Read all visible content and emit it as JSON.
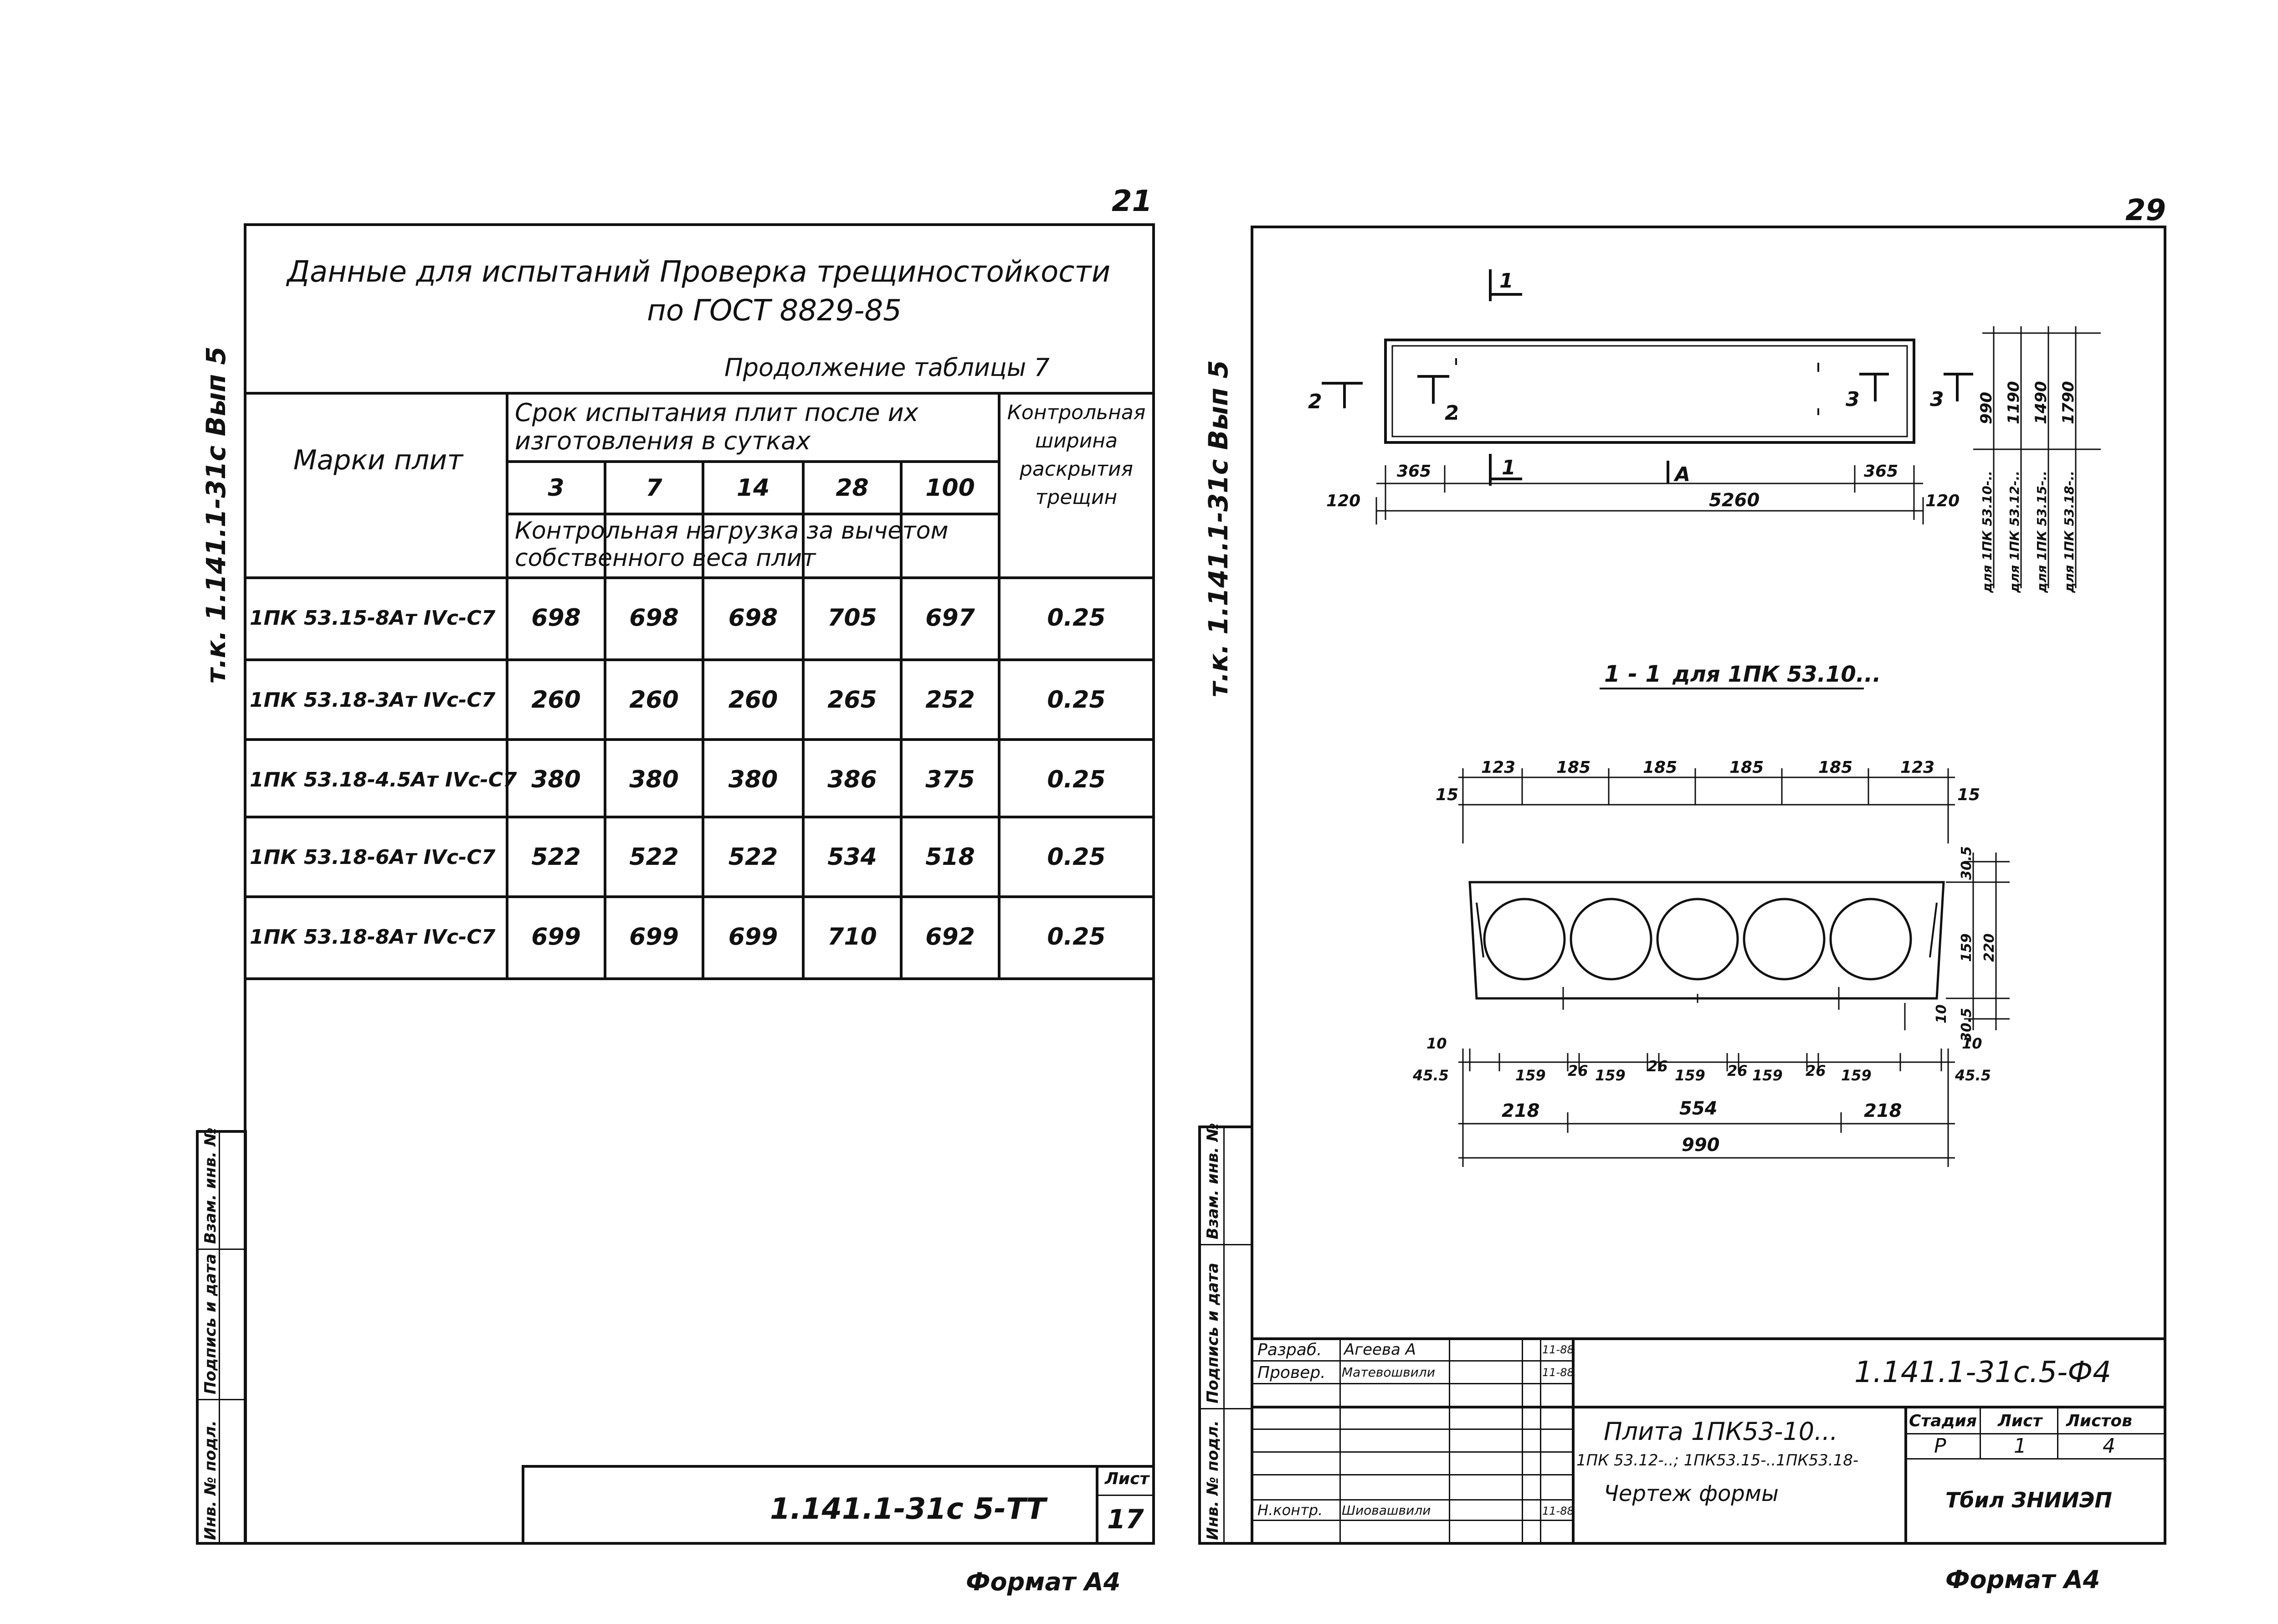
{
  "left_sheet": {
    "page_number": "21",
    "title_line1": "Данные для испытаний Проверка трещиностойкости",
    "title_line2": "по ГОСТ 8829-85",
    "continuation": "Продолжение таблицы 7",
    "side_label": "т.к. 1.141.1-31с Вып 5",
    "table": {
      "col_marks_header": "Марки плит",
      "col_term_header": "Срок испытания плит после их изготовления в сутках",
      "col_load_header": "Контрольная нагрузка за вычетом собственного веса плит",
      "col_crack_header": "Контрольная ширина раскрытия трещин",
      "days": [
        "3",
        "7",
        "14",
        "28",
        "100"
      ],
      "rows": [
        {
          "mark": "1ПК 53.15-8Ат IVс-С7",
          "v": [
            "698",
            "698",
            "698",
            "705",
            "697"
          ],
          "crack": "0.25"
        },
        {
          "mark": "1ПК 53.18-3Ат IVс-С7",
          "v": [
            "260",
            "260",
            "260",
            "265",
            "252"
          ],
          "crack": "0.25"
        },
        {
          "mark": "1ПК 53.18-4.5Ат IVс-С7",
          "v": [
            "380",
            "380",
            "380",
            "386",
            "375"
          ],
          "crack": "0.25"
        },
        {
          "mark": "1ПК 53.18-6Ат IVс-С7",
          "v": [
            "522",
            "522",
            "522",
            "534",
            "518"
          ],
          "crack": "0.25"
        },
        {
          "mark": "1ПК 53.18-8Ат IVс-С7",
          "v": [
            "699",
            "699",
            "699",
            "710",
            "692"
          ],
          "crack": "0.25"
        }
      ]
    },
    "stamp_code": "1.141.1-31с 5-ТТ",
    "sheet_label": "Лист",
    "sheet_number": "17",
    "side_stamp": [
      "Инв. № подл.",
      "Подпись и дата",
      "Взам. инв. №"
    ],
    "format": "Формат А4"
  },
  "right_sheet": {
    "page_number": "29",
    "side_label": "т.к. 1.141.1-31с Вып 5",
    "plan": {
      "section_mark": "1",
      "mark_2": "2",
      "mark_3": "3",
      "mark_A": "А",
      "dim_365": "365",
      "dim_5260": "5260",
      "dim_120": "120",
      "widths": [
        "990",
        "1190",
        "1490",
        "1790"
      ],
      "width_labels": [
        "для 1ПК 53.10-..",
        "для 1ПК 53.12-..",
        "для 1ПК 53.15-..",
        "для 1ПК 53.18-.."
      ]
    },
    "section": {
      "title": "1 - 1",
      "subtitle": "для 1ПК 53.10...",
      "top_dims": [
        "123",
        "185",
        "185",
        "185",
        "185",
        "123"
      ],
      "dim_15": "15",
      "right_dims": [
        "30.5",
        "159",
        "30.5",
        "220",
        "10"
      ],
      "bottom_row1": [
        "10",
        "45.5",
        "159",
        "26",
        "159",
        "26",
        "159",
        "26",
        "159",
        "26",
        "159",
        "10",
        "45.5"
      ],
      "dim_218": "218",
      "dim_554": "554",
      "dim_990": "990"
    },
    "stamp": {
      "code": "1.141.1-31с.5-Ф4",
      "rows": [
        {
          "role": "Разраб.",
          "name": "Агеева А",
          "date": "11-88"
        },
        {
          "role": "Провер.",
          "name": "Матевошвили",
          "date": "11-88"
        },
        {
          "role": "Н.контр.",
          "name": "Шиовашвили",
          "date": "11-88"
        }
      ],
      "name_line1": "Плита 1ПК53-10...",
      "name_line2": "1ПК 53.12-..; 1ПК53.15-..1ПК53.18-",
      "name_line3": "Чертеж формы",
      "stage_label": "Стадия",
      "sheet_label": "Лист",
      "sheets_label": "Листов",
      "stage": "Р",
      "sheet": "1",
      "sheets": "4",
      "org": "Тбил ЗНИИЭП"
    },
    "side_stamp": [
      "Инв. № подл.",
      "Подпись и дата",
      "Взам. инв. №"
    ],
    "format": "Формат А4"
  }
}
